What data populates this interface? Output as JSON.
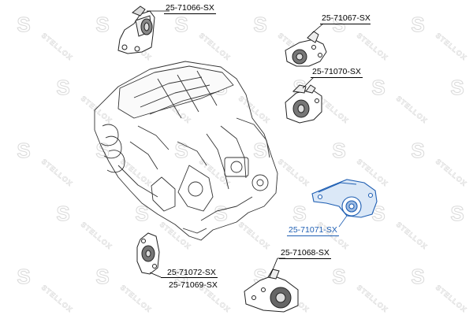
{
  "watermark": {
    "text": "STELLOX",
    "color": "#d9d9d9"
  },
  "parts": [
    {
      "id": "p1",
      "number": "25-71066-SX",
      "selected": false
    },
    {
      "id": "p2",
      "number": "25-71067-SX",
      "selected": false
    },
    {
      "id": "p3",
      "number": "25-71070-SX",
      "selected": false
    },
    {
      "id": "p4",
      "number": "25-71071-SX",
      "selected": true
    },
    {
      "id": "p5",
      "number": "25-71068-SX",
      "selected": false
    },
    {
      "id": "p6",
      "number": "25-71072-SX",
      "selected": false
    },
    {
      "id": "p7",
      "number": "25-71069-SX",
      "selected": false
    }
  ],
  "colors": {
    "line": "#222222",
    "selected": "#1f5fb3",
    "selected_fill": "#dbe8f7",
    "rubber": "#555555"
  }
}
